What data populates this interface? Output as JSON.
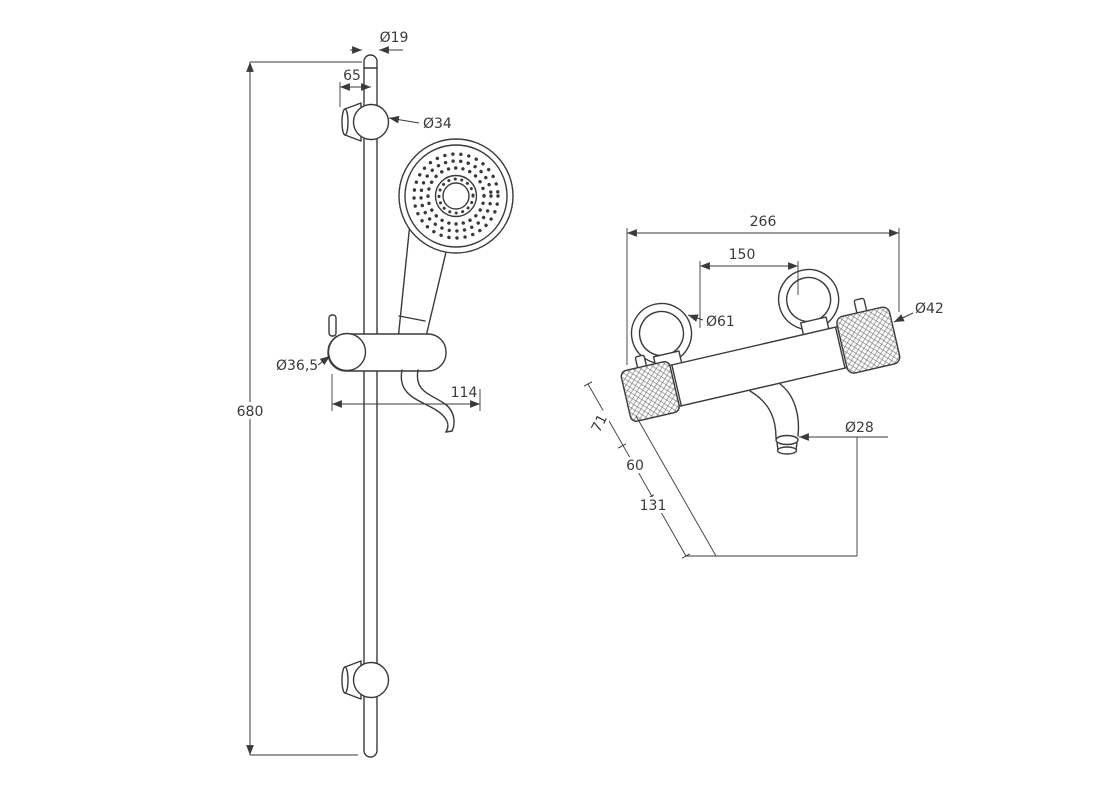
{
  "page": {
    "background": "#ffffff",
    "line_color": "#3a3a3a"
  },
  "left_drawing": {
    "label": "shower slide rail with hand shower",
    "dims": {
      "rail_top_diameter": "Ø19",
      "bracket_offset": "65",
      "bracket_diameter": "Ø34",
      "slider_diameter": "Ø36,5",
      "handset_offset": "114",
      "rail_length": "680"
    }
  },
  "right_drawing": {
    "label": "thermostatic bath shower mixer",
    "dims": {
      "overall_width": "266",
      "connection_centres": "150",
      "escutcheon_diameter": "Ø61",
      "handle_diameter": "Ø42",
      "spout_diameter": "Ø28",
      "depth": "71",
      "spout_offset": "60",
      "spout_reach": "131"
    }
  }
}
